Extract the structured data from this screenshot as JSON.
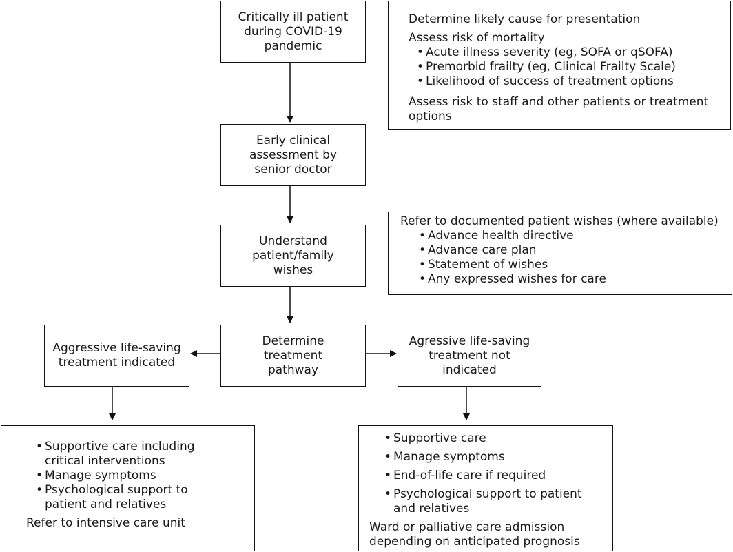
{
  "flow": {
    "start": [
      "Critically ill patient",
      "during COVID-19",
      "pandemic"
    ],
    "assessment": [
      "Early clinical",
      "assessment by",
      "senior doctor"
    ],
    "wishes": [
      "Understand",
      "patient/family",
      "wishes"
    ],
    "pathway": [
      "Determine",
      "treatment",
      "pathway"
    ],
    "indicated": [
      "Aggressive life-saving",
      "treatment indicated"
    ],
    "not_indicated": [
      "Agressive life-saving",
      "treatment not",
      "indicated"
    ]
  },
  "assessment_notes": {
    "line1": "Determine likely cause for presentation",
    "line2": "Assess risk of mortality",
    "bullets": [
      "Acute illness severity (eg, SOFA or qSOFA)",
      "Premorbid frailty (eg, Clinical Frailty Scale)",
      "Likelihood of success of treatment options"
    ],
    "line3": "Assess risk to staff and other patients or treatment options"
  },
  "wishes_notes": {
    "heading": "Refer to documented patient wishes (where available)",
    "bullets": [
      "Advance health directive",
      "Advance care plan",
      "Statement of wishes",
      "Any expressed wishes for care"
    ]
  },
  "indicated_care": {
    "bullets": [
      "Supportive care including critical interventions",
      "Manage symptoms",
      "Psychological support to patient and relatives"
    ],
    "footer": "Refer to intensive care unit"
  },
  "not_indicated_care": {
    "bullets": [
      "Supportive care",
      "Manage symptoms",
      "End-of-life care if required",
      "Psychological support to patient and relatives"
    ],
    "footer": "Ward or palliative care admission depending on anticipated prognosis"
  }
}
